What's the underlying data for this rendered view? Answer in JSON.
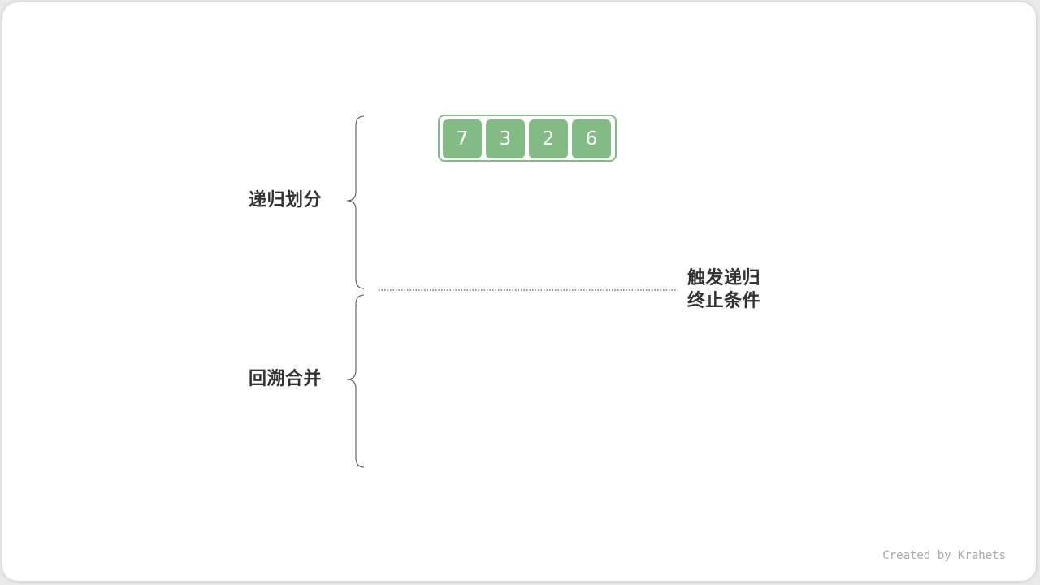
{
  "labels": {
    "divide": "递归划分",
    "merge": "回溯合并",
    "termination_line1": "触发递归",
    "termination_line2": "终止条件"
  },
  "array": {
    "values": [
      "7",
      "3",
      "2",
      "6"
    ]
  },
  "colors": {
    "cell_fill": "#82bb84",
    "cell_text": "#ffffff",
    "brace": "#555555",
    "label_text": "#333333",
    "footer_text": "#a8a8a8"
  },
  "footer": {
    "credit": "Created by Krahets"
  }
}
